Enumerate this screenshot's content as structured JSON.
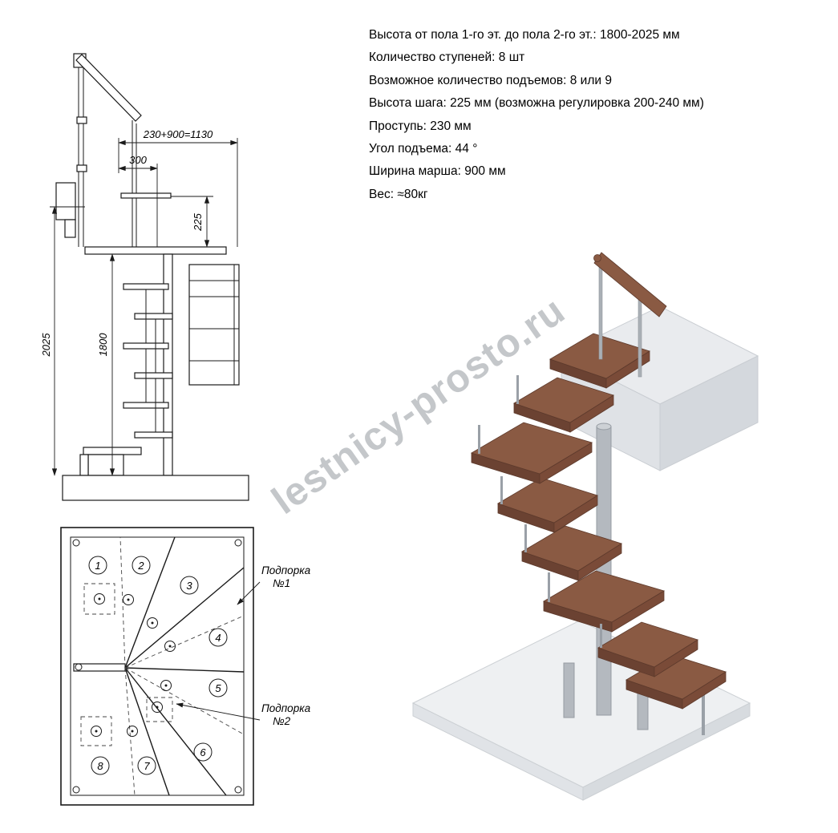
{
  "specs": {
    "lines": [
      "Высота от пола 1-го эт. до пола 2-го эт.: 1800-2025 мм",
      "Количество ступеней: 8 шт",
      "Возможное количество подъемов: 8 или 9",
      "Высота шага: 225 мм (возможна регулировка 200-240 мм)",
      "Проступь: 230 мм",
      "Угол подъема: 44 °",
      "Ширина марша: 900 мм",
      "Вес: ≈80кг"
    ]
  },
  "elevation_dims": {
    "total_width": "230+900=1130",
    "entry_depth": "300",
    "step_height": "225",
    "total_height": "2025",
    "flight_height": "1800"
  },
  "plan": {
    "step_numbers": [
      "1",
      "2",
      "3",
      "4",
      "5",
      "6",
      "7",
      "8"
    ],
    "support1_line1": "Подпорка",
    "support1_line2": "№1",
    "support2_line1": "Подпорка",
    "support2_line2": "№2"
  },
  "watermark": "lestnicy-prosto.ru",
  "colors": {
    "wood": "#8a5a43",
    "wood_front": "#6b4232",
    "wood_side": "#7a4b38",
    "metal": "#b4b9bf",
    "slab": "#eceef0",
    "line": "#1a1a1a",
    "watermark": "#aeb2b6"
  }
}
